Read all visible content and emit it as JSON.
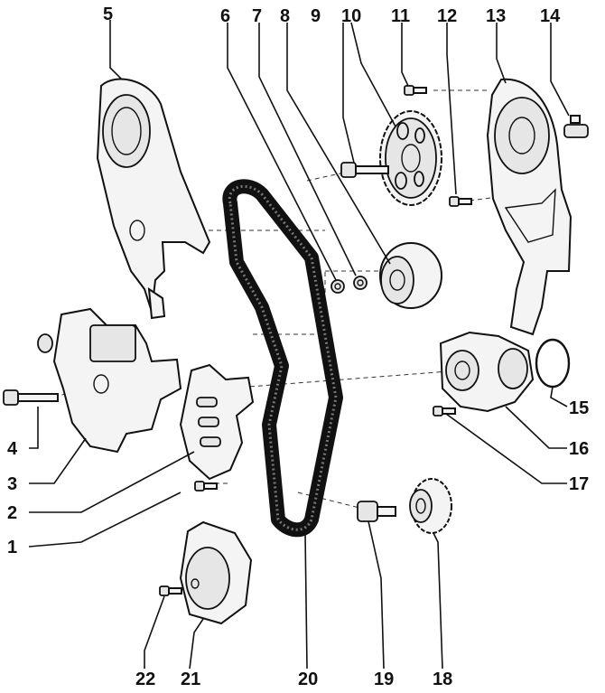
{
  "diagram": {
    "callouts": [
      "1",
      "2",
      "3",
      "4",
      "5",
      "6",
      "7",
      "8",
      "9",
      "10",
      "11",
      "12",
      "13",
      "14",
      "15",
      "16",
      "17",
      "18",
      "19",
      "20",
      "21",
      "22"
    ]
  }
}
